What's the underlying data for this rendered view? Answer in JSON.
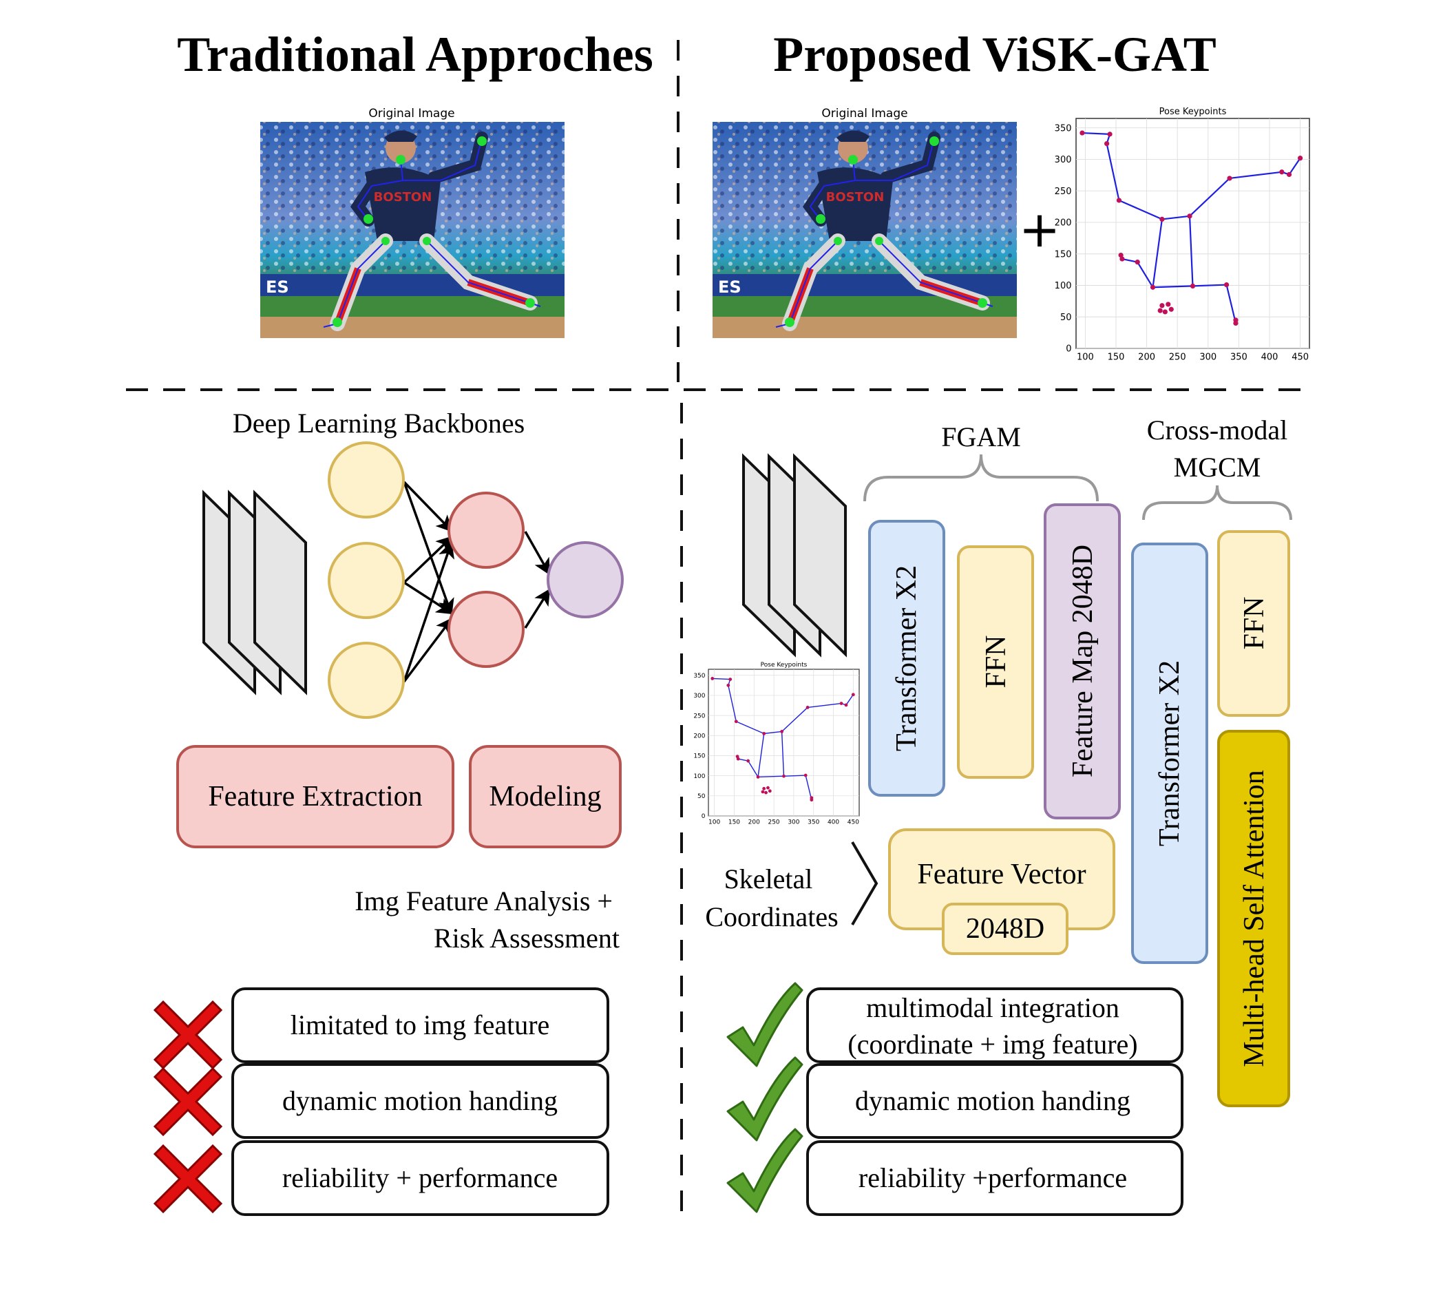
{
  "titles": {
    "left": "Traditional Approches",
    "right": "Proposed ViSK-GAT"
  },
  "images": {
    "caption_left": "Original Image",
    "caption_right": "Original Image",
    "jersey_text": "BOSTON",
    "banner_text": "ES",
    "plus_sign": "+"
  },
  "pose_plot": {
    "title": "Pose Keypoints",
    "x_ticks": [
      "100",
      "150",
      "200",
      "250",
      "300",
      "350",
      "400",
      "450"
    ],
    "y_ticks": [
      "0",
      "50",
      "100",
      "150",
      "200",
      "250",
      "300",
      "350"
    ],
    "x_range": [
      85,
      465
    ],
    "y_range": [
      365,
      0
    ],
    "bones": [
      [
        [
          210,
          97
        ],
        [
          275,
          99
        ]
      ],
      [
        [
          275,
          99
        ],
        [
          330,
          101
        ]
      ],
      [
        [
          330,
          101
        ],
        [
          345,
          40
        ]
      ],
      [
        [
          210,
          97
        ],
        [
          185,
          137
        ]
      ],
      [
        [
          185,
          137
        ],
        [
          160,
          142
        ]
      ],
      [
        [
          210,
          97
        ],
        [
          225,
          205
        ]
      ],
      [
        [
          275,
          99
        ],
        [
          270,
          210
        ]
      ],
      [
        [
          225,
          205
        ],
        [
          270,
          210
        ]
      ],
      [
        [
          225,
          205
        ],
        [
          155,
          235
        ]
      ],
      [
        [
          155,
          235
        ],
        [
          135,
          325
        ]
      ],
      [
        [
          135,
          325
        ],
        [
          140,
          340
        ]
      ],
      [
        [
          140,
          340
        ],
        [
          95,
          342
        ]
      ],
      [
        [
          270,
          210
        ],
        [
          335,
          270
        ]
      ],
      [
        [
          335,
          270
        ],
        [
          420,
          280
        ]
      ],
      [
        [
          420,
          280
        ],
        [
          432,
          276
        ]
      ],
      [
        [
          432,
          276
        ],
        [
          450,
          302
        ]
      ]
    ],
    "joints": [
      [
        210,
        97
      ],
      [
        275,
        99
      ],
      [
        330,
        101
      ],
      [
        345,
        40
      ],
      [
        345,
        45
      ],
      [
        185,
        137
      ],
      [
        160,
        142
      ],
      [
        158,
        148
      ],
      [
        225,
        205
      ],
      [
        270,
        210
      ],
      [
        155,
        235
      ],
      [
        135,
        325
      ],
      [
        140,
        340
      ],
      [
        95,
        342
      ],
      [
        335,
        270
      ],
      [
        420,
        280
      ],
      [
        432,
        276
      ],
      [
        450,
        302
      ],
      [
        222,
        60
      ],
      [
        230,
        58
      ],
      [
        240,
        62
      ],
      [
        225,
        68
      ],
      [
        235,
        70
      ]
    ]
  },
  "left_panel": {
    "backbone_label": "Deep Learning Backbones",
    "feature_extraction": "Feature Extraction",
    "modeling": "Modeling",
    "analysis_line1": "Img Feature Analysis +",
    "analysis_line2": "Risk Assessment",
    "limitations": [
      "limitated to img feature",
      "dynamic motion handing",
      "reliability + performance"
    ]
  },
  "right_panel": {
    "fgam_label": "FGAM",
    "mgcm_line1": "Cross-modal",
    "mgcm_line2": "MGCM",
    "transformer_1": "Transformer X2",
    "ffn_1": "FFN",
    "feature_map": "Feature Map 2048D",
    "transformer_2": "Transformer X2",
    "ffn_2": "FFN",
    "attention": "Multi-head Self Attention",
    "skeletal_line1": "Skeletal",
    "skeletal_line2": "Coordinates",
    "feature_vector": "Feature Vector",
    "feature_dim": "2048D",
    "advantages": [
      [
        "multimodal integration",
        "(coordinate + img feature)"
      ],
      [
        "dynamic motion handing"
      ],
      [
        "reliability +performance"
      ]
    ]
  },
  "colors": {
    "yellow_fill": "#fdf2cc",
    "yellow_stroke": "#d6b656",
    "red_fill": "#f8cecc",
    "red_stroke": "#b85450",
    "purple_fill": "#e1d5e7",
    "purple_stroke": "#9673a6",
    "blue_fill": "#dae8fc",
    "blue_stroke": "#6c8ebf",
    "gold_fill": "#e3c800",
    "gold_stroke": "#b09500",
    "cross_red": "#e01010",
    "check_green": "#5aa02c",
    "bone_blue": "#1f1fe0",
    "joint_red": "#c0105a"
  }
}
